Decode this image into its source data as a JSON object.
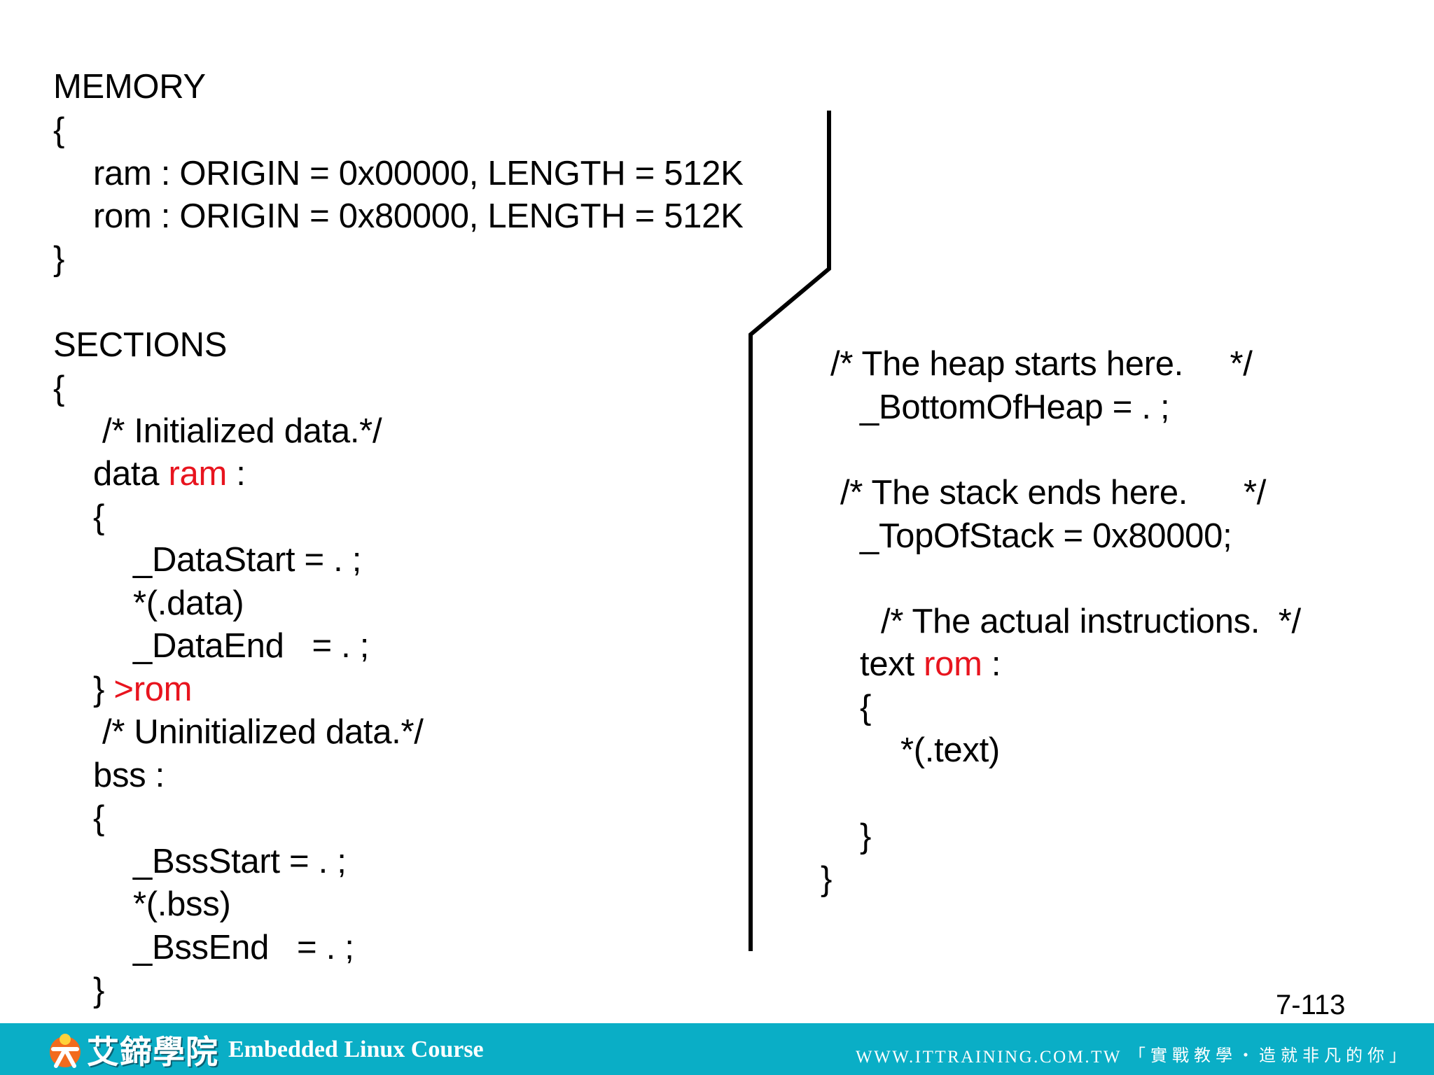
{
  "code": {
    "memory_keyword": "MEMORY",
    "memory_open": "{",
    "ram_line": "ram : ORIGIN = 0x00000, LENGTH = 512K",
    "rom_line": "rom : ORIGIN = 0x80000, LENGTH = 512K",
    "memory_close": "}",
    "sections_keyword": "SECTIONS",
    "sections_open": "{",
    "comment_initialized": "/* Initialized data.*/",
    "data_prefix": "data ",
    "data_region": "ram",
    "data_suffix": " :",
    "data_open": "{",
    "data_start": "_DataStart = . ;",
    "data_input": "*(.data)",
    "data_end": "_DataEnd   = . ;",
    "data_close": "} ",
    "data_load": ">rom",
    "comment_uninitialized": "/* Uninitialized data.*/",
    "bss_label": "bss :",
    "bss_open": "{",
    "bss_start": "_BssStart = . ;",
    "bss_input": "*(.bss)",
    "bss_end": "_BssEnd   = . ;",
    "bss_close": "}",
    "comment_heap": "/* The heap starts here.     */",
    "bottom_of_heap": "_BottomOfHeap = . ;",
    "comment_stack": "/* The stack ends here.      */",
    "top_of_stack": "_TopOfStack = 0x80000;",
    "comment_text": "/* The actual instructions.  */",
    "text_prefix": "text ",
    "text_region": "rom",
    "text_suffix": " :",
    "text_open": "{",
    "text_input": "*(.text)",
    "text_close": "}",
    "sections_close": "}"
  },
  "page_number": "7-113",
  "footer": {
    "logo_text": "艾鍗學院",
    "course_title": "Embedded Linux Course",
    "website": "WWW.ITTRAINING.COM.TW",
    "slogan": "「實戰教學‧造就非凡的你」"
  },
  "colors": {
    "highlight": "#e8141e",
    "footer_bar": "#0aaec6",
    "text": "#000000"
  }
}
